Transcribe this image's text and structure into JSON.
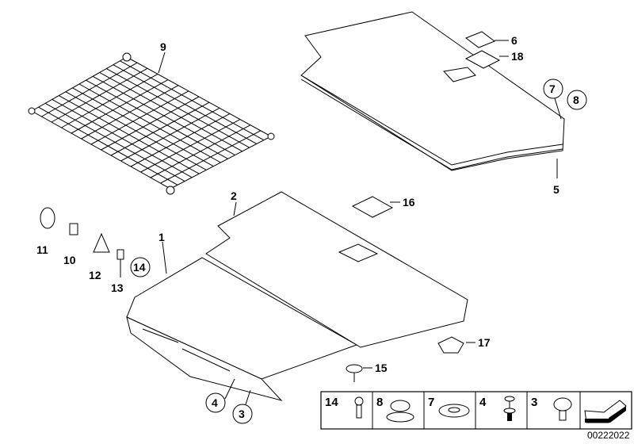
{
  "callouts": {
    "c9": "9",
    "c6": "6",
    "c18": "18",
    "c7": "7",
    "c8": "8",
    "c5": "5",
    "c2": "2",
    "c16": "16",
    "c1": "1",
    "c11": "11",
    "c10": "10",
    "c12": "12",
    "c13": "13",
    "c14": "14",
    "c17": "17",
    "c15": "15",
    "c4": "4",
    "c3": "3"
  },
  "legend_strip": [
    "14",
    "8",
    "7",
    "4",
    "3"
  ],
  "diagram_code": "00222022"
}
